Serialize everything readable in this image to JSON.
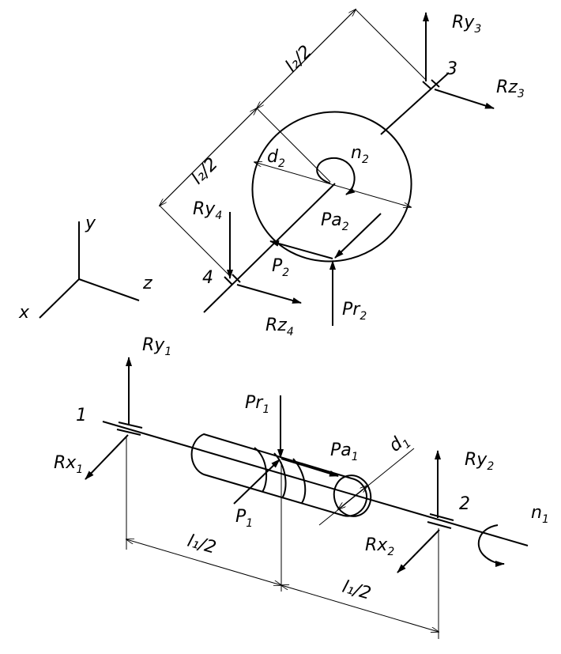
{
  "axes": {
    "x": "x",
    "y": "y",
    "z": "z"
  },
  "gear": {
    "speed": {
      "main": "n",
      "sub": "2"
    },
    "diameter": {
      "main": "d",
      "sub": "2"
    },
    "axial_force": {
      "main": "Pa",
      "sub": "2"
    },
    "radial_force": {
      "main": "Pr",
      "sub": "2"
    },
    "tangential_force": {
      "main": "P",
      "sub": "2"
    },
    "half_span": "l₂/2"
  },
  "shaft2_bearings": {
    "b3": {
      "num": "3",
      "ry": {
        "main": "Ry",
        "sub": "3"
      },
      "rz": {
        "main": "Rz",
        "sub": "3"
      }
    },
    "b4": {
      "num": "4",
      "ry": {
        "main": "Ry",
        "sub": "4"
      },
      "rz": {
        "main": "Rz",
        "sub": "4"
      }
    }
  },
  "pinion": {
    "speed": {
      "main": "n",
      "sub": "1"
    },
    "diameter": {
      "main": "d",
      "sub": "1"
    },
    "axial_force": {
      "main": "Pa",
      "sub": "1"
    },
    "radial_force": {
      "main": "Pr",
      "sub": "1"
    },
    "tangential_force": {
      "main": "P",
      "sub": "1"
    },
    "half_span": "l₁/2"
  },
  "shaft1_bearings": {
    "b1": {
      "num": "1",
      "ry": {
        "main": "Ry",
        "sub": "1"
      },
      "rx": {
        "main": "Rx",
        "sub": "1"
      }
    },
    "b2": {
      "num": "2",
      "ry": {
        "main": "Ry",
        "sub": "2"
      },
      "rx": {
        "main": "Rx",
        "sub": "2"
      }
    }
  }
}
